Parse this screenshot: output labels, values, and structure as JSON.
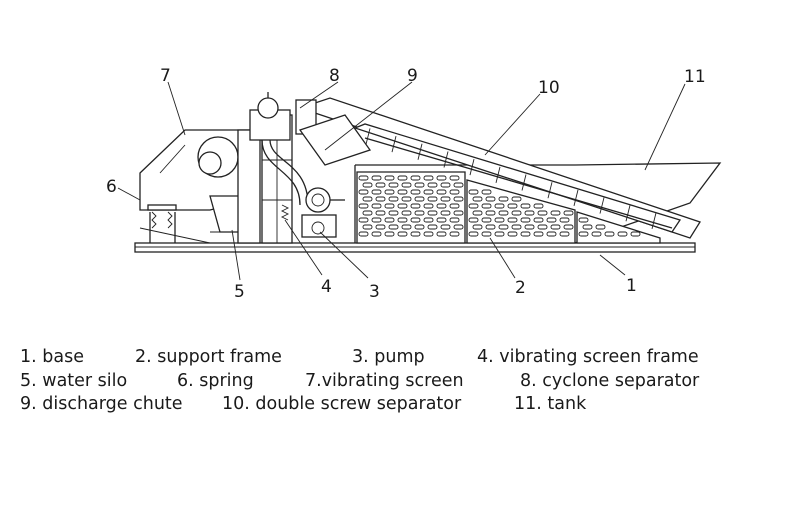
{
  "callouts": [
    "1",
    "2",
    "3",
    "4",
    "5",
    "6",
    "7",
    "8",
    "9",
    "10",
    "11"
  ],
  "legend": [
    [
      "1. base",
      "2. support frame",
      "3. pump",
      "4. vibrating screen frame"
    ],
    [
      "5. water silo",
      "6. spring",
      "7.vibrating screen",
      "8. cyclone separator"
    ],
    [
      "9. discharge chute",
      "10. double screw separator",
      "11. tank"
    ]
  ]
}
